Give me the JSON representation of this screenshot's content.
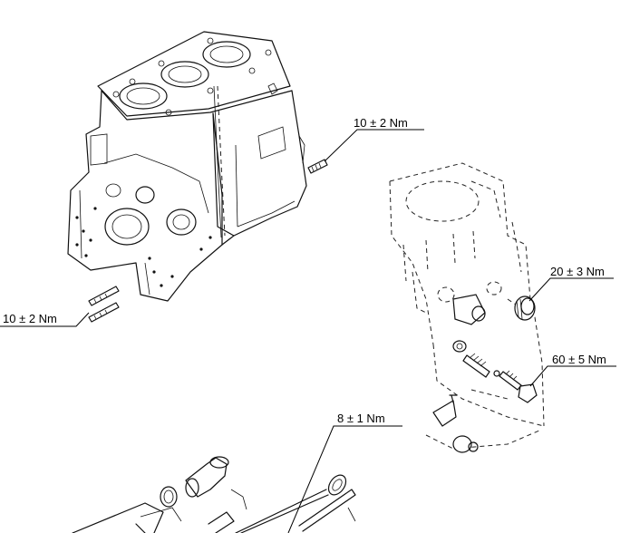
{
  "callouts": {
    "block_stud_right": "10 ± 2 Nm",
    "block_stud_left": "10 ± 2 Nm",
    "plug_fitting": "20 ± 3 Nm",
    "relief_valve_plug": "60 ± 5 Nm",
    "dipstick_tube": "8 ± 1 Nm"
  },
  "colors": {
    "ink": "#111111",
    "background": "#ffffff"
  }
}
